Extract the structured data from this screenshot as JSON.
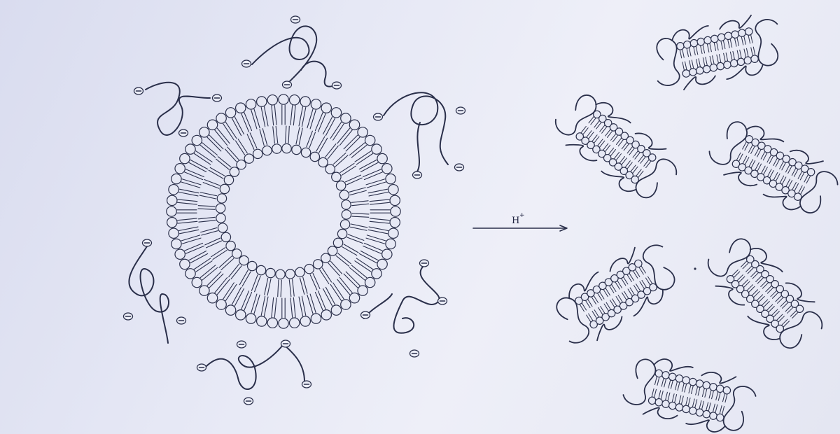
{
  "diagram": {
    "arrow": {
      "label": "H",
      "superscript": "+"
    },
    "colors": {
      "paper": "#e6e8f4",
      "ink": "#2a2f4a"
    },
    "icons": {
      "vesicle": "lipid-bilayer-vesicle",
      "polymer": "anionic-polymer-coil",
      "charge": "negative-charge",
      "micelle": "bilayer-disc-micelle"
    }
  }
}
